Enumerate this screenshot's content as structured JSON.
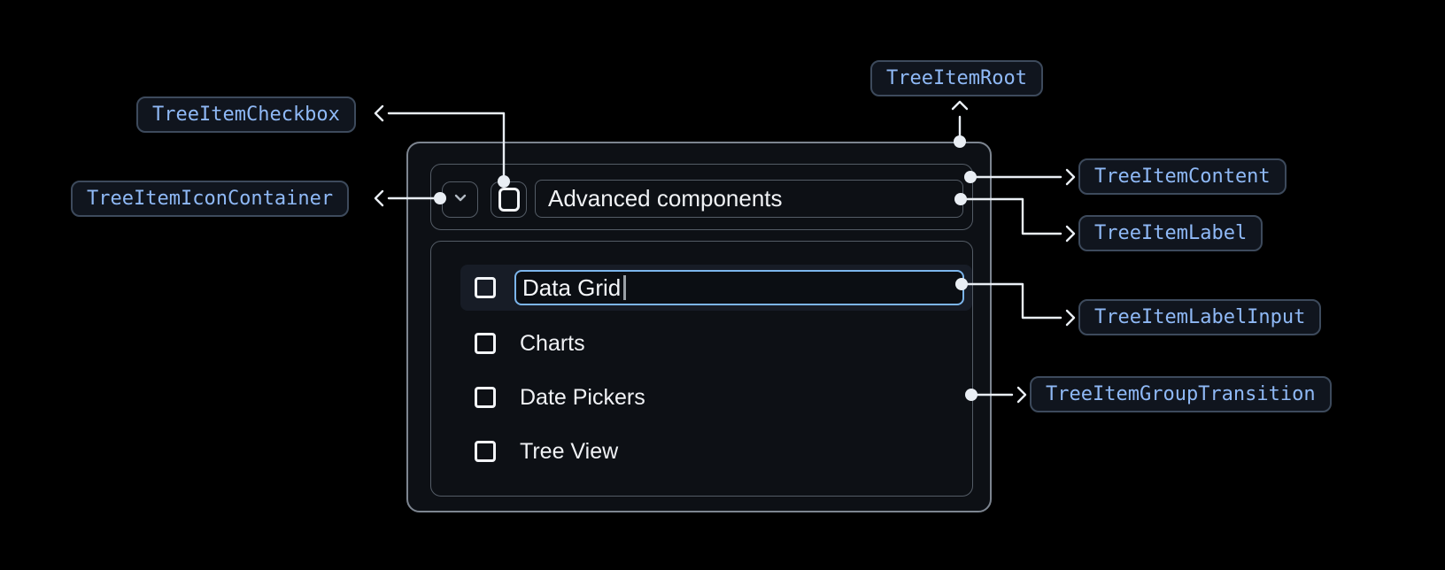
{
  "diagram": {
    "badges": {
      "checkbox": "TreeItemCheckbox",
      "icon_container": "TreeItemIconContainer",
      "root": "TreeItemRoot",
      "content": "TreeItemContent",
      "label": "TreeItemLabel",
      "label_input": "TreeItemLabelInput",
      "group_transition": "TreeItemGroupTransition"
    }
  },
  "tree": {
    "header": {
      "label": "Advanced components",
      "expand_icon": "chevron-down",
      "checkbox_state": "unchecked"
    },
    "editing_item": {
      "input_value": "Data Grid",
      "checkbox_state": "unchecked",
      "focused": true
    },
    "items": [
      {
        "label": "Charts",
        "checkbox_state": "unchecked"
      },
      {
        "label": "Date Pickers",
        "checkbox_state": "unchecked"
      },
      {
        "label": "Tree View",
        "checkbox_state": "unchecked"
      }
    ]
  },
  "colors": {
    "background": "#000000",
    "panel_fill": "#0d1015",
    "panel_border": "#7d8590",
    "inner_border": "#545c66",
    "row_highlight": "#171c26",
    "input_focus_border": "#7cb5ec",
    "badge_background": "#10151e",
    "badge_border": "#3d4a5c",
    "badge_text": "#8fb9f6",
    "connector": "#e9eef4",
    "text": "#f0f2f5"
  }
}
